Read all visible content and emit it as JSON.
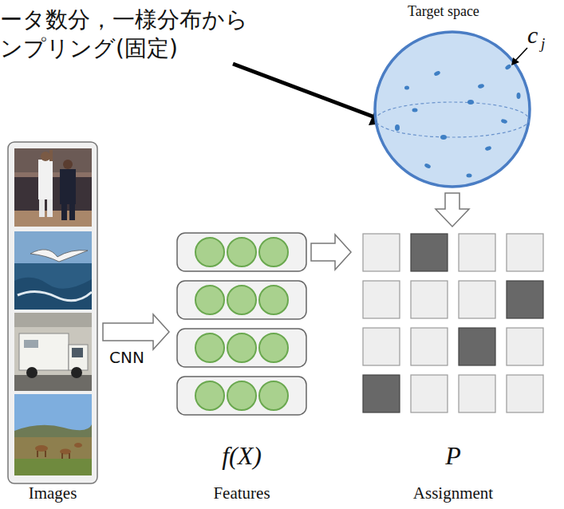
{
  "diagram": {
    "labels": [
      "ータ数分，一様分布から",
      "ンプリング(固定)",
      "Target space",
      "c",
      "j",
      "CNN",
      "f(X)",
      "P",
      "Images",
      "Features",
      "Assignment"
    ]
  }
}
